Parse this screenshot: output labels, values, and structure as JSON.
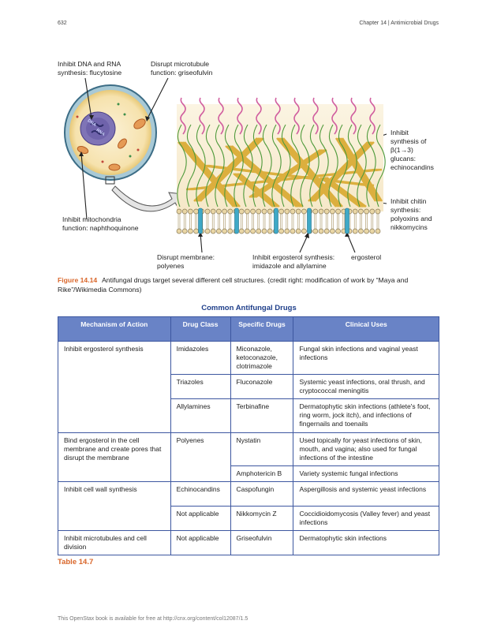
{
  "header": {
    "page_number": "632",
    "chapter": "Chapter 14 | Antimicrobial Drugs"
  },
  "figure": {
    "labels": {
      "dna_rna": "Inhibit DNA and RNA\nsynthesis: flucytosine",
      "microtubule": "Disrupt microtubule\nfunction: griseofulvin",
      "mitochondria": "Inhibit mitochondria\nfunction: naphthoquinone",
      "glucans": "Inhibit\nsynthesis of\nβ(1→3)\nglucans:\nechinocandins",
      "chitin": "Inhibit chitin\nsynthesis:\npolyoxins and\nnikkomycins",
      "membrane": "Disrupt membrane:\npolyenes",
      "ergosterol_synth": "Inhibit ergosterol synthesis:\nimidazole and allylamine",
      "ergosterol": "ergosterol",
      "dna_label": "DNA",
      "rna_label": "RNA"
    },
    "caption_number": "Figure 14.14",
    "caption_text": "Antifungal drugs target several different cell structures. (credit right: modification of work by “Maya and Rike”/Wikimedia Commons)"
  },
  "table": {
    "title": "Common Antifungal Drugs",
    "headers": [
      "Mechanism of Action",
      "Drug Class",
      "Specific Drugs",
      "Clinical Uses"
    ],
    "rows": [
      [
        "Inhibit ergosterol synthesis",
        "Imidazoles",
        "Miconazole, ketoconazole, clotrimazole",
        "Fungal skin infections and vaginal yeast infections"
      ],
      [
        "",
        "Triazoles",
        "Fluconazole",
        "Systemic yeast infections, oral thrush, and cryptococcal meningitis"
      ],
      [
        "",
        "Allylamines",
        "Terbinafine",
        "Dermatophytic skin infections (athlete's foot, ring worm, jock itch), and infections of fingernails and toenails"
      ],
      [
        "Bind ergosterol in the cell membrane and create pores that disrupt the membrane",
        "Polyenes",
        "Nystatin",
        "Used topically for yeast infections of skin, mouth, and vagina; also used for fungal infections of the intestine"
      ],
      [
        "",
        "",
        "Amphotericin B",
        "Variety systemic fungal infections"
      ],
      [
        "Inhibit cell wall synthesis",
        "Echinocandins",
        "Caspofungin",
        "Aspergillosis and systemic yeast infections"
      ],
      [
        "",
        "Not applicable",
        "Nikkomycin Z",
        "Coccidioidomycosis (Valley fever) and yeast infections"
      ],
      [
        "Inhibit microtubules and cell division",
        "Not applicable",
        "Griseofulvin",
        "Dermatophytic skin infections"
      ]
    ],
    "label": "Table 14.7"
  },
  "footer": "This OpenStax book is available for free at http://cnx.org/content/col12087/1.5",
  "colors": {
    "accent_orange": "#d9662a",
    "table_header": "#6983c6",
    "title_blue": "#1f3f8a"
  }
}
